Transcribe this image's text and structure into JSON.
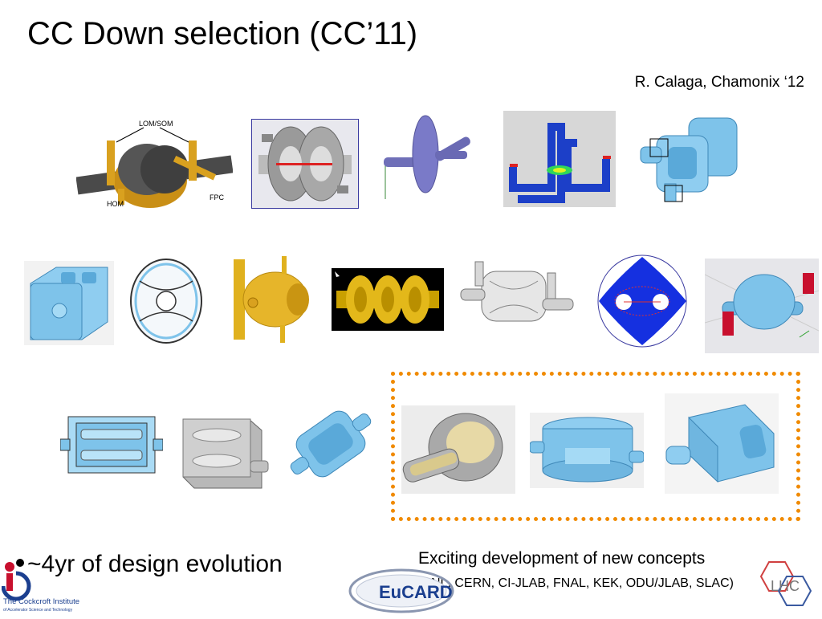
{
  "slide": {
    "title": "CC Down selection (CC’11)",
    "author": "R. Calaga, Chamonix ‘12",
    "bullet": "~4yr of design evolution",
    "note_main": "Exciting development of new concepts",
    "note_labs": "(BNL, CERN, CI-JLAB, FNAL, KEK, ODU/JLAB, SLAC)"
  },
  "figure_labels": {
    "lom_som": "LOM/SOM",
    "hom": "HOM",
    "fpc": "FPC"
  },
  "logos": {
    "cockcroft_name": "The Cockcroft Institute",
    "cockcroft_sub": "of Accelerator Science and Technology",
    "eucard": "EuCARD",
    "lhc": "LHC"
  },
  "colors": {
    "highlight_box": "#f08a00",
    "cavity_blue": "#7ec3ea",
    "cavity_gold": "#d9a11f",
    "cavity_grey": "#9a9a9a"
  }
}
